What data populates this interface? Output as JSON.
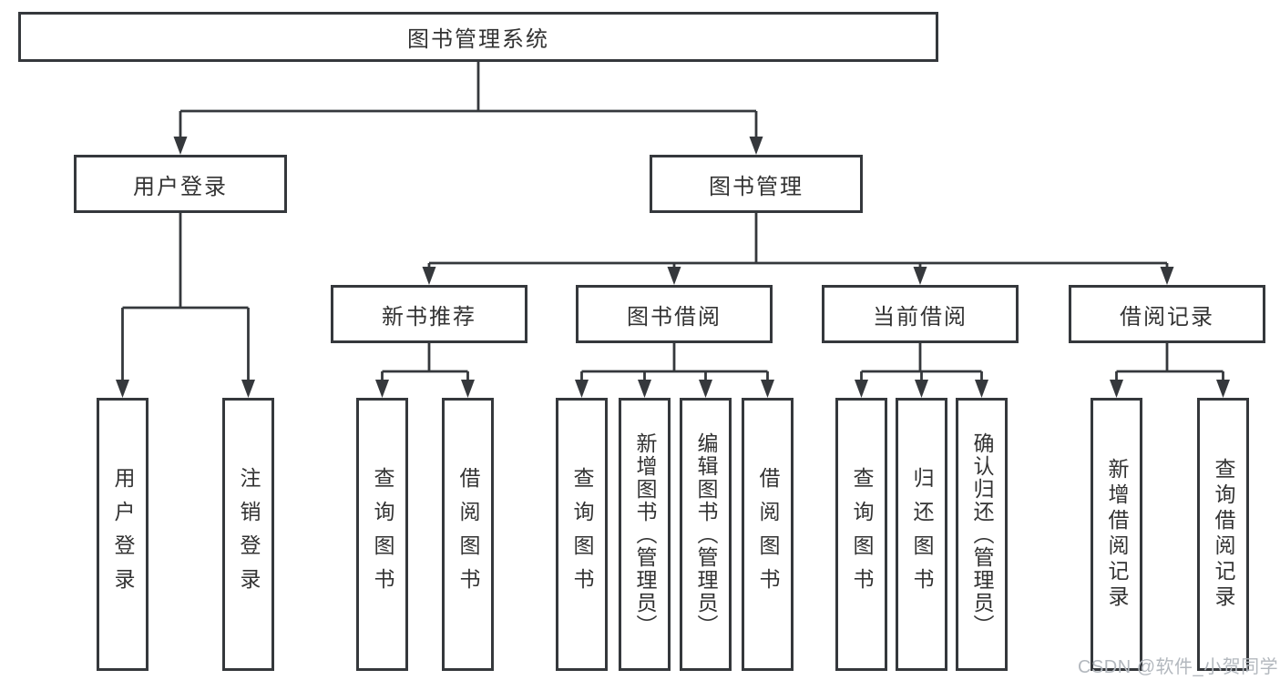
{
  "colors": {
    "background": "#ffffff",
    "box_border": "#35383c",
    "line": "#35383c",
    "text": "#333333",
    "watermark": "#b3b8be"
  },
  "tree": {
    "root": {
      "label": "图书管理系统"
    },
    "branches": [
      {
        "label": "用户登录",
        "children": [
          {
            "label": "用户登录"
          },
          {
            "label": "注销登录"
          }
        ]
      },
      {
        "label": "图书管理",
        "children": [
          {
            "label": "新书推荐",
            "children": [
              {
                "label": "查询图书"
              },
              {
                "label": "借阅图书"
              }
            ]
          },
          {
            "label": "图书借阅",
            "children": [
              {
                "label": "查询图书"
              },
              {
                "label": "新增图书（管理员）"
              },
              {
                "label": "编辑图书（管理员）"
              },
              {
                "label": "借阅图书"
              }
            ]
          },
          {
            "label": "当前借阅",
            "children": [
              {
                "label": "查询图书"
              },
              {
                "label": "归还图书"
              },
              {
                "label": "确认归还（管理员）"
              }
            ]
          },
          {
            "label": "借阅记录",
            "children": [
              {
                "label": "新增借阅记录"
              },
              {
                "label": "查询借阅记录"
              }
            ]
          }
        ]
      }
    ]
  },
  "watermark": {
    "text": "CSDN @软件_小贺同学"
  }
}
